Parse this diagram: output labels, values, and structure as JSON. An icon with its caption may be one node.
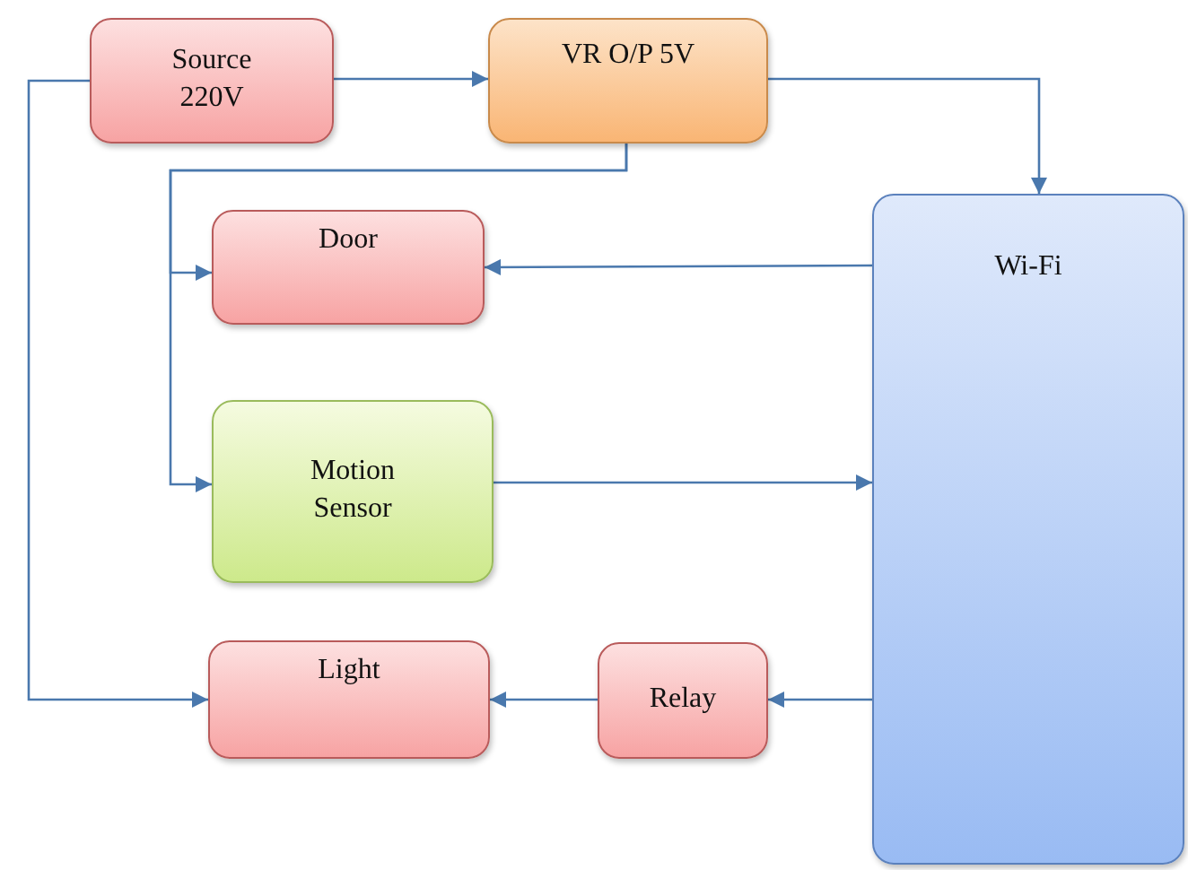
{
  "diagram": {
    "nodes": [
      {
        "text": [
          "Source 220V"
        ]
      },
      {
        "text": [
          "VR O/P 5V"
        ]
      },
      {
        "text": [
          "Wi-Fi"
        ]
      },
      {
        "text": [
          "Door"
        ]
      },
      {
        "text": [
          "Motion Sensor"
        ]
      },
      {
        "text": [
          "Light"
        ]
      },
      {
        "text": [
          "Relay"
        ]
      }
    ],
    "edges": [
      {
        "from": 0,
        "to": 1,
        "arrow": "to"
      },
      {
        "from": 1,
        "to": 2,
        "arrow": "to"
      },
      {
        "from": 1,
        "to": 3,
        "arrow": "to"
      },
      {
        "from": 1,
        "to": 4,
        "arrow": "to"
      },
      {
        "from": 2,
        "to": 3,
        "arrow": "to"
      },
      {
        "from": 4,
        "to": 2,
        "arrow": "to"
      },
      {
        "from": 2,
        "to": 6,
        "arrow": "to"
      },
      {
        "from": 6,
        "to": 5,
        "arrow": "to"
      },
      {
        "from": 0,
        "to": 5,
        "arrow": "to"
      }
    ]
  }
}
